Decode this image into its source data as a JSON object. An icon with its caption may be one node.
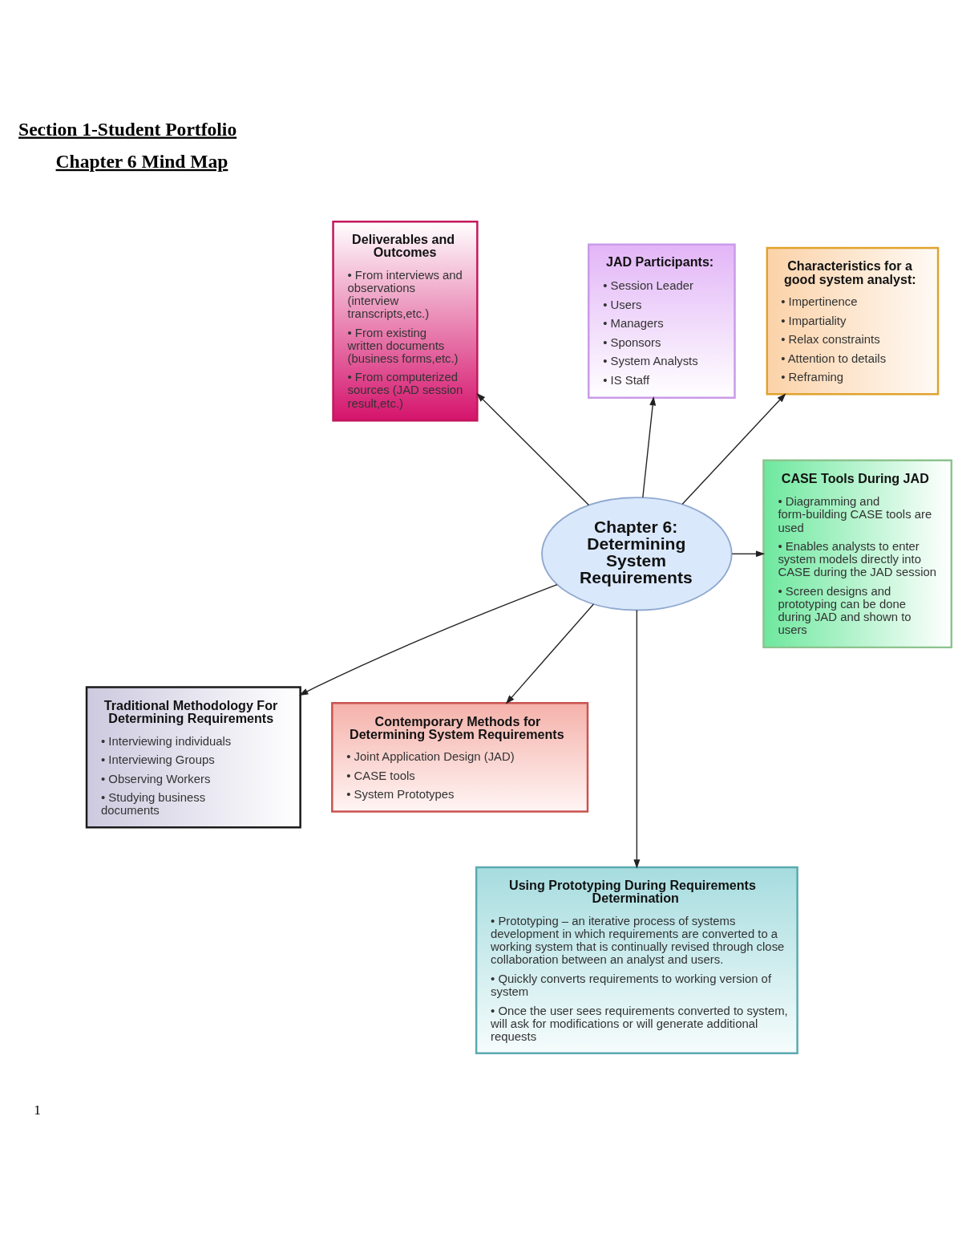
{
  "diagram": {
    "title": "Section 1-Student Portfolio",
    "nodes": [
      {
        "text": [
          "Deliverables and Outcomes",
          "• From interviews and observations (interview transcripts,etc.)",
          "• From existing written documents (business forms,etc.)",
          "• From computerized sources (JAD session result,etc.)"
        ]
      },
      {
        "text": [
          "JAD Participants:",
          "• Session Leader",
          "• Users",
          "• Managers",
          "• Sponsors",
          "• System Analysts",
          "• IS Staff"
        ]
      },
      {
        "text": [
          "Characteristics for a good system analyst:",
          "• Impertinence",
          "• Impartiality",
          "• Relax constraints",
          "• Attention to details",
          "• Reframing"
        ]
      },
      {
        "text": [
          "CASE Tools During JAD",
          "• Diagramming and form-building CASE tools are used",
          "• Enables analysts to enter system models directly into CASE during the JAD session",
          "• Screen designs and prototyping can be done during JAD and shown to users"
        ]
      },
      {
        "text": [
          "Chapter 6: Determining System Requirements"
        ]
      },
      {
        "text": [
          "Traditional Methodology For Determining Requirements",
          "• Interviewing individuals",
          "• Interviewing Groups",
          "• Observing Workers",
          "• Studying business documents"
        ]
      },
      {
        "text": [
          "Contemporary Methods for Determining System Requirements",
          "• Joint Application Design (JAD)",
          "• CASE tools",
          "• System Prototypes"
        ]
      },
      {
        "text": [
          "Using Prototyping During Requirements Determination",
          "• Prototyping – an iterative process of systems development in which requirements are converted to a working system that is continually revised through close collaboration between an analyst and users.",
          "• Quickly converts requirements to working version of system",
          "• Once the user sees requirements converted to system, will ask for modifications or will generate additional requests"
        ]
      }
    ],
    "edges": [
      {
        "from": 4,
        "to": 0,
        "arrow": "to"
      },
      {
        "from": 4,
        "to": 1,
        "arrow": "to"
      },
      {
        "from": 4,
        "to": 2,
        "arrow": "to"
      },
      {
        "from": 4,
        "to": 3,
        "arrow": "to"
      },
      {
        "from": 4,
        "to": 5,
        "arrow": "to"
      },
      {
        "from": 4,
        "to": 6,
        "arrow": "to"
      },
      {
        "from": 4,
        "to": 7,
        "arrow": "to"
      }
    ],
    "labels": [
      "Chapter 6 Mind Map",
      "1"
    ]
  }
}
